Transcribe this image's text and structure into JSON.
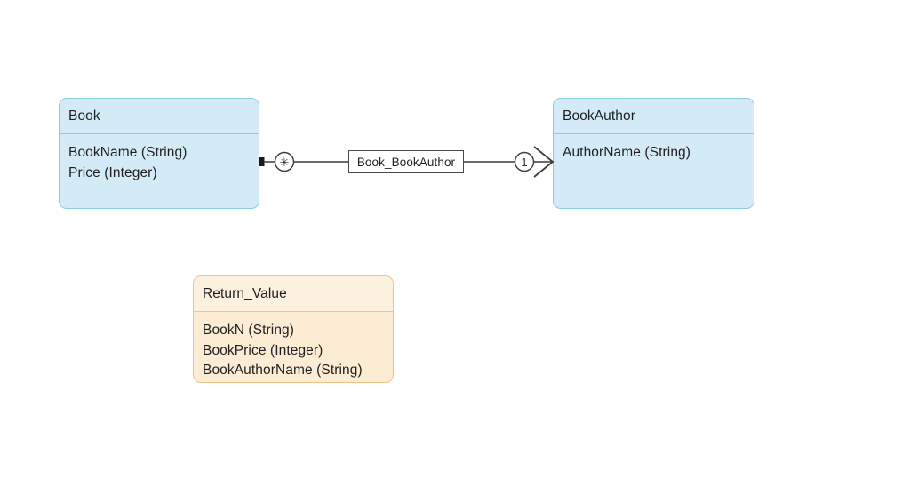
{
  "diagram": {
    "type": "uml-class-diagram",
    "background_color": "#ffffff",
    "entities": [
      {
        "id": "book",
        "name": "Book",
        "color_scheme": "blue",
        "fill_color": "#d4ebf7",
        "border_color": "#8ccbe6",
        "attributes": [
          "BookName (String)",
          "Price (Integer)"
        ]
      },
      {
        "id": "bookauthor",
        "name": "BookAuthor",
        "color_scheme": "blue",
        "fill_color": "#d4ebf7",
        "border_color": "#8ccbe6",
        "attributes": [
          "AuthorName (String)"
        ]
      },
      {
        "id": "return_value",
        "name": "Return_Value",
        "color_scheme": "orange",
        "fill_color": "#fdecd4",
        "border_color": "#f0c487",
        "attributes": [
          "BookN (String)",
          "BookPrice (Integer)",
          "BookAuthorName (String)"
        ]
      }
    ],
    "association": {
      "label": "Book_BookAuthor",
      "source_entity": "Book",
      "target_entity": "BookAuthor",
      "source_multiplicity": "✳",
      "target_multiplicity": "1",
      "source_marker": "filled-square",
      "target_marker": "open-arrow",
      "line_color": "#3c3c3c"
    }
  }
}
